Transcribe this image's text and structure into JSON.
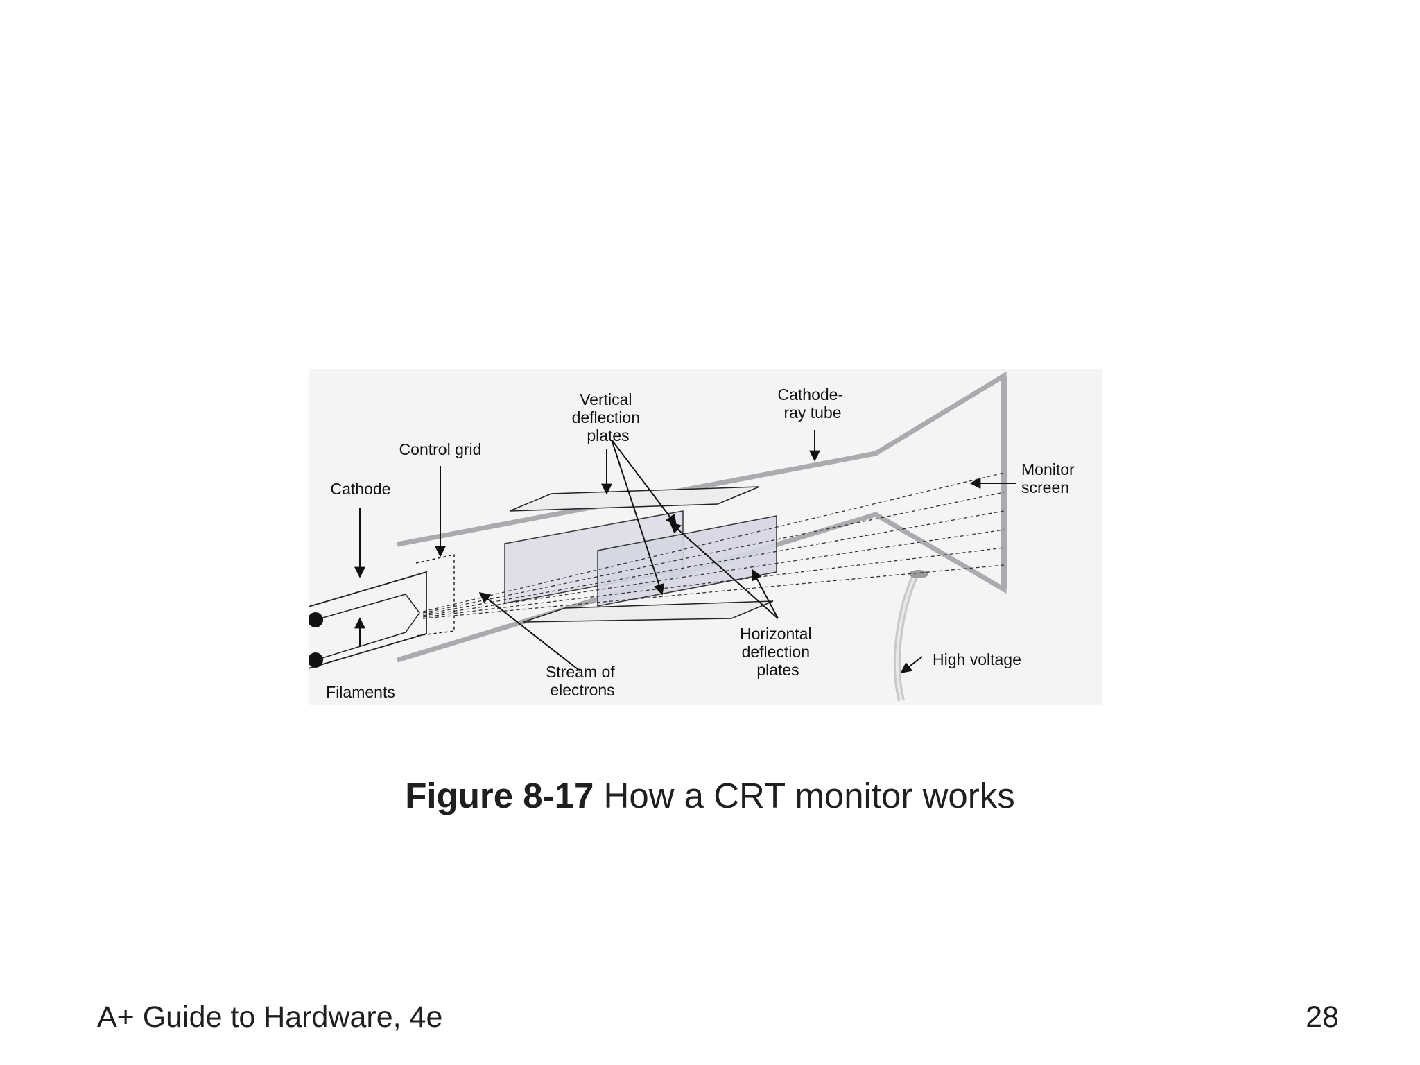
{
  "figure": {
    "labels": {
      "vertical_deflection_plates": [
        "Vertical",
        "deflection",
        "plates"
      ],
      "cathode_ray_tube": [
        "Cathode-",
        "ray tube"
      ],
      "control_grid": [
        "Control grid"
      ],
      "cathode": [
        "Cathode"
      ],
      "monitor_screen": [
        "Monitor",
        "screen"
      ],
      "horizontal_deflection_plates": [
        "Horizontal",
        "deflection",
        "plates"
      ],
      "high_voltage": [
        "High voltage"
      ],
      "stream_of_electrons": [
        "Stream of",
        "electrons"
      ],
      "filaments": [
        "Filaments"
      ]
    }
  },
  "caption": {
    "number": "Figure 8-17",
    "text": " How a CRT monitor works"
  },
  "footer": {
    "title": "A+ Guide to Hardware, 4e",
    "page_number": "28"
  }
}
